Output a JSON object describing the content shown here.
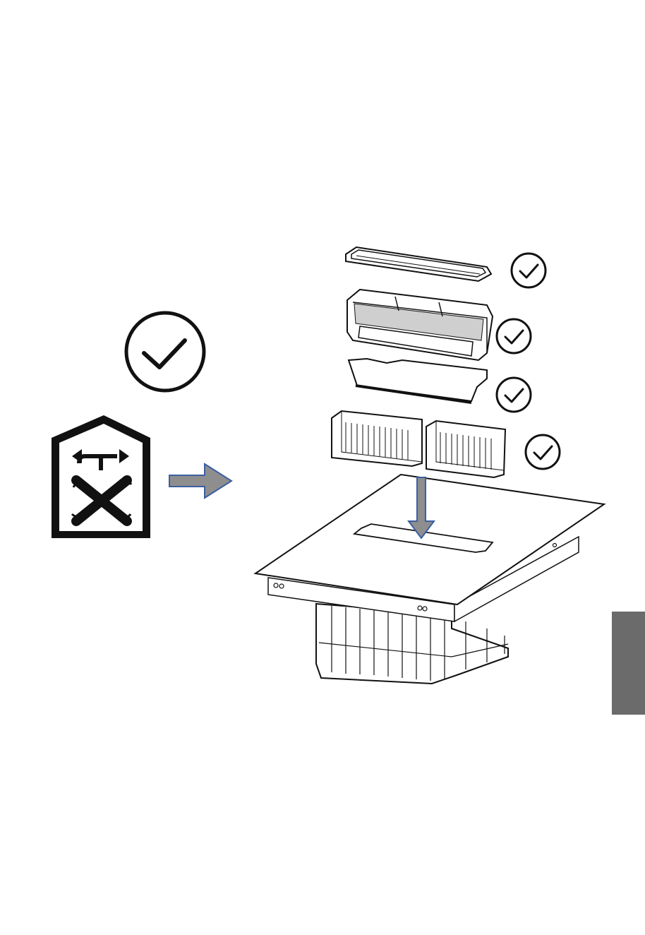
{
  "page": {
    "background_color": "#ffffff",
    "ink_color": "#111111",
    "arrow_fill_color": "#8e8e8e",
    "arrow_stroke_color": "#3b5fa0",
    "side_tab_color": "#6b6b6b"
  },
  "icons": {
    "large_check": "check-circle-icon",
    "recirculation_symbol": "house-recirculation-no-duct-icon",
    "pointer_arrow": "right-arrow-icon",
    "insert_arrow": "down-arrow-icon"
  },
  "components": [
    {
      "id": "grille",
      "icon": "check-circle-icon",
      "status": "approved"
    },
    {
      "id": "grease-filter",
      "icon": "check-circle-icon",
      "status": "approved"
    },
    {
      "id": "deflector-plate",
      "icon": "check-circle-icon",
      "status": "approved"
    },
    {
      "id": "odour-filters",
      "icon": "check-circle-icon",
      "status": "approved"
    }
  ],
  "appliance": {
    "id": "induction-hob-with-integrated-extractor"
  }
}
